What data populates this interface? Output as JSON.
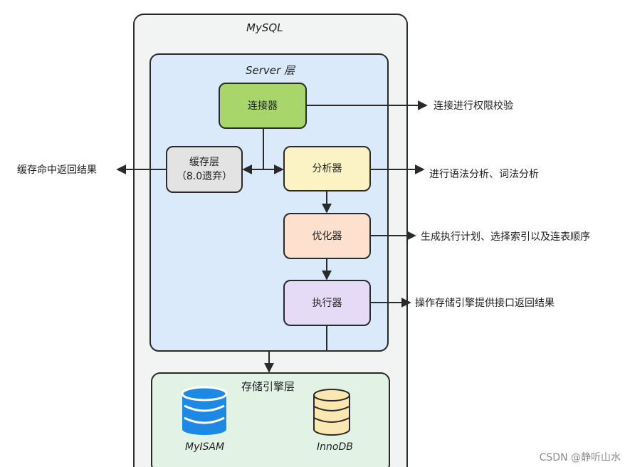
{
  "mysql": {
    "title": "MySQL"
  },
  "server": {
    "title": "Server 层",
    "connector": "连接器",
    "cache": {
      "line1": "缓存层",
      "line2": "（8.0遗弃）"
    },
    "analyzer": "分析器",
    "optimizer": "优化器",
    "executor": "执行器"
  },
  "annotations": {
    "connector": "连接进行权限校验",
    "cache": "缓存命中返回结果",
    "analyzer": "进行语法分析、词法分析",
    "optimizer": "生成执行计划、选择索引以及连表顺序",
    "executor": "操作存储引擎提供接口返回结果"
  },
  "storage": {
    "title": "存储引擎层",
    "engines": [
      "MyISAM",
      "InnoDB"
    ]
  },
  "watermark": "CSDN @静听山水",
  "colors": {
    "mysql_bg": "#f2f3f3",
    "server_bg": "#dbeafa",
    "storage_bg": "#e2f3e6",
    "connector": "#a9d66b",
    "cache": "#e3e3e3",
    "analyzer": "#fbf3c3",
    "optimizer": "#fde0cd",
    "executor": "#e6dbf7",
    "myisam": "#1e88e5",
    "innodb": "#fbe7b1"
  }
}
